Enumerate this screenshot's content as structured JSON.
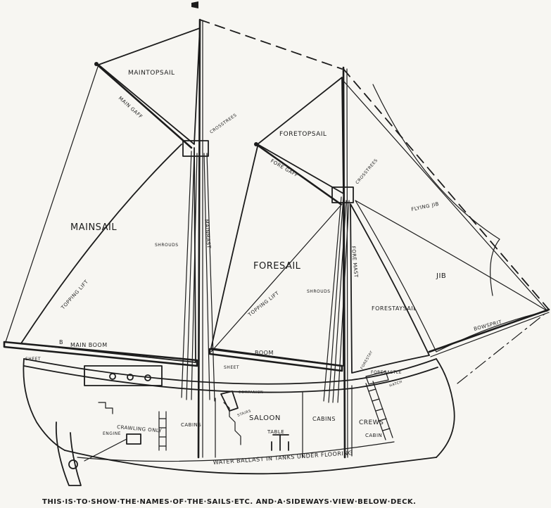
{
  "labels": {
    "main_topsail": "MAINTOPSAIL",
    "main_gaff": "MAIN GAFF",
    "crosstrees_main": "CROSSTREES",
    "fore_topsail": "FORETOPSAIL",
    "fore_gaff": "FORE GAFF",
    "crosstrees_fore": "CROSSTREES",
    "flying_jib": "FLYING JIB",
    "mainsail": "MAINSAIL",
    "shrouds_main": "SHROUDS",
    "mainmast": "MAINMAST",
    "topping_lift_main": "TOPPING LIFT",
    "foresail": "FORESAIL",
    "foremast": "FORE MAST",
    "shrouds_fore": "SHROUDS",
    "topping_lift_fore": "TOPPING LIFT",
    "jib": "JIB",
    "forestaysail": "FORESTAYSAIL",
    "bowsprit": "BOWSPRIT",
    "main_boom_letter": "B",
    "main_boom": "MAIN BOOM",
    "main_sheet": "SHEET",
    "sheet": "SHEET",
    "boom": "BOOM",
    "forestay": "FORESTAY",
    "forecastle": "FORECASTLE",
    "companion": "COMPANION",
    "hatch": "HATCH",
    "cabins_aft": "CABINS",
    "stairs": "STAIRS",
    "saloon": "SALOON",
    "cabins_mid": "CABINS",
    "crews": "CREWS",
    "cabin": "CABIN",
    "crawling_only": "CRAWLING ONLY",
    "engine": "ENGINE",
    "table": "TABLE",
    "water_ballast": "WATER BALLAST IN TANKS UNDER FLOORING",
    "caption": "THIS·IS·TO·SHOW·THE·NAMES·OF·THE·SAILS·ETC. AND·A·SIDEWAYS·VIEW·BELOW·DECK."
  }
}
